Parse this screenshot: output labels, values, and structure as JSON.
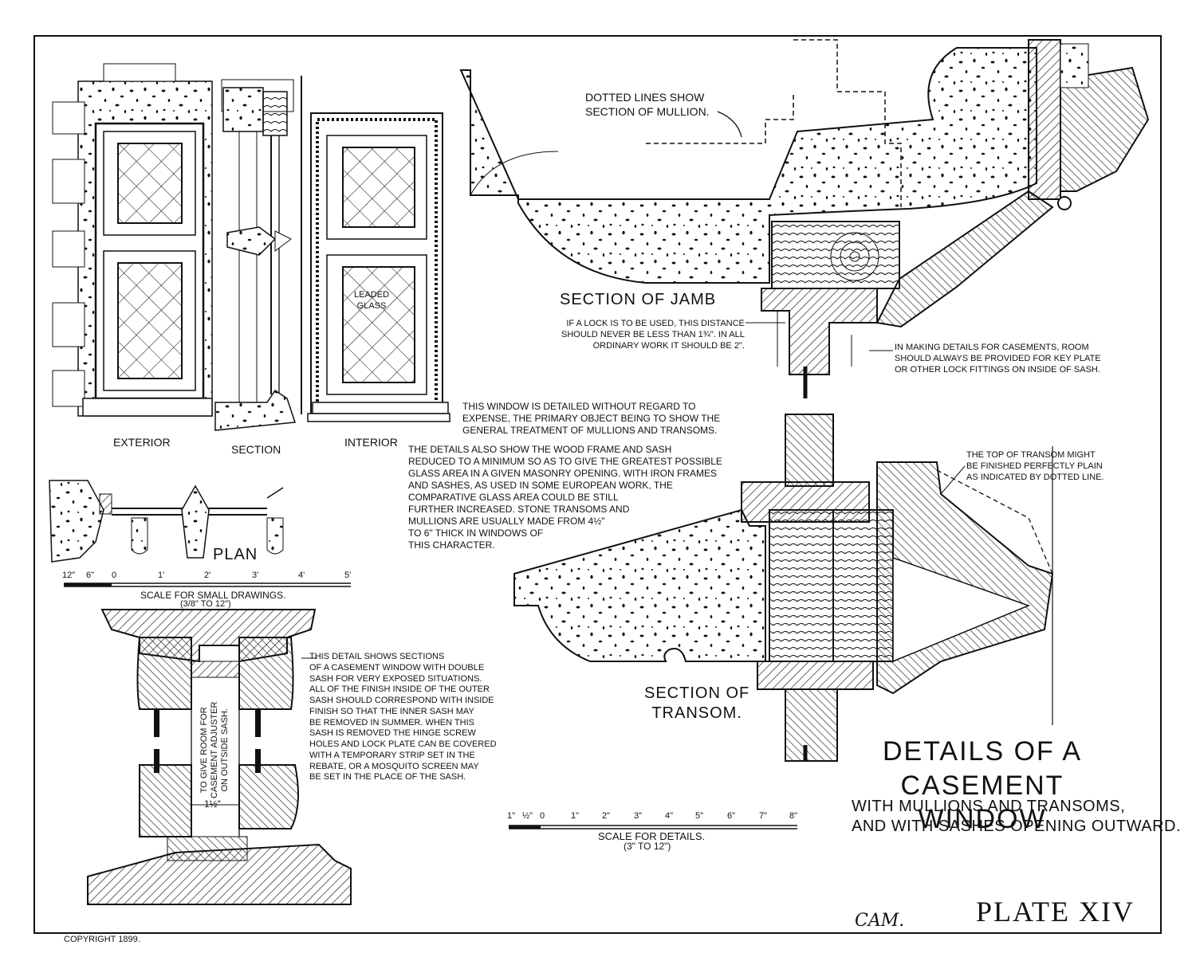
{
  "labels": {
    "exterior": "EXTERIOR",
    "section": "SECTION",
    "interior": "INTERIOR",
    "leaded_glass": "LEADED\nGLASS",
    "plan": "PLAN",
    "small_scale_title": "SCALE FOR SMALL DRAWINGS.",
    "small_scale_sub": "(3/8\" TO 12\")",
    "dotted_lines": "DOTTED LINES SHOW\nSECTION OF MULLION.",
    "section_of_jamb": "SECTION OF JAMB",
    "lock_note": "IF A LOCK IS TO BE USED, THIS DISTANCE\nSHOULD NEVER BE LESS THAN 1¾\". IN ALL\nORDINARY WORK IT SHOULD BE 2\".",
    "casement_note": "IN MAKING DETAILS FOR CASEMENTS, ROOM\nSHOULD ALWAYS BE PROVIDED FOR KEY PLATE\nOR OTHER LOCK FITTINGS ON INSIDE OF SASH.",
    "main_note_1": "THIS WINDOW IS DETAILED WITHOUT REGARD TO\nEXPENSE, THE PRIMARY OBJECT BEING TO SHOW THE\nGENERAL TREATMENT OF MULLIONS AND TRANSOMS.",
    "main_note_2": "THE DETAILS ALSO SHOW THE WOOD FRAME AND SASH\nREDUCED TO A MINIMUM SO AS TO GIVE THE GREATEST POSSIBLE\nGLASS AREA IN A GIVEN MASONRY OPENING. WITH IRON FRAMES\nAND SASHES, AS USED IN SOME EUROPEAN WORK, THE\nCOMPARATIVE GLASS AREA COULD BE STILL\nFURTHER INCREASED. STONE TRANSOMS AND\nMULLIONS ARE USUALLY MADE FROM 4½\"\nTO 6\" THICK IN WINDOWS OF\nTHIS CHARACTER.",
    "transom_note": "THE TOP OF TRANSOM MIGHT\nBE FINISHED PERFECTLY PLAIN\nAS INDICATED BY DOTTED LINE.",
    "section_of_transom": "SECTION OF\nTRANSOM.",
    "double_sash_note": "THIS DETAIL SHOWS SECTIONS\nOF A CASEMENT WINDOW WITH DOUBLE\nSASH FOR VERY EXPOSED SITUATIONS.\nALL OF THE FINISH INSIDE OF THE OUTER\nSASH SHOULD CORRESPOND WITH INSIDE\nFINISH SO THAT THE INNER SASH MAY\nBE REMOVED IN SUMMER. WHEN THIS\nSASH IS REMOVED THE HINGE SCREW\nHOLES AND LOCK PLATE CAN BE COVERED\nWITH A TEMPORARY STRIP SET IN THE\nREBATE, OR A MOSQUITO SCREEN MAY\nBE SET IN THE PLACE OF THE SASH.",
    "adjuster_note": "TO GIVE ROOM FOR\nCASEMENT ADJUSTER\nON OUTSIDE SASH.",
    "dim_1_5": "1½\"",
    "detail_scale_title": "SCALE FOR DETAILS.",
    "detail_scale_sub": "(3\" TO 12\")",
    "title_main": "DETAILS OF A\nCASEMENT WINDOW",
    "title_sub": "WITH MULLIONS AND TRANSOMS,\nAND WITH SASHES OPENING OUTWARD.",
    "initials": "CAM.",
    "plate": "PLATE XIV",
    "copyright": "COPYRIGHT 1899."
  },
  "small_scale_ticks": [
    "12\"",
    "6\"",
    "0",
    "1'",
    "2'",
    "3'",
    "4'",
    "5'"
  ],
  "detail_scale_ticks": [
    "1\"",
    "½\"",
    "0",
    "1\"",
    "2\"",
    "3\"",
    "4\"",
    "5\"",
    "6\"",
    "7\"",
    "8\""
  ],
  "colors": {
    "ink": "#111111",
    "paper": "#ffffff"
  }
}
